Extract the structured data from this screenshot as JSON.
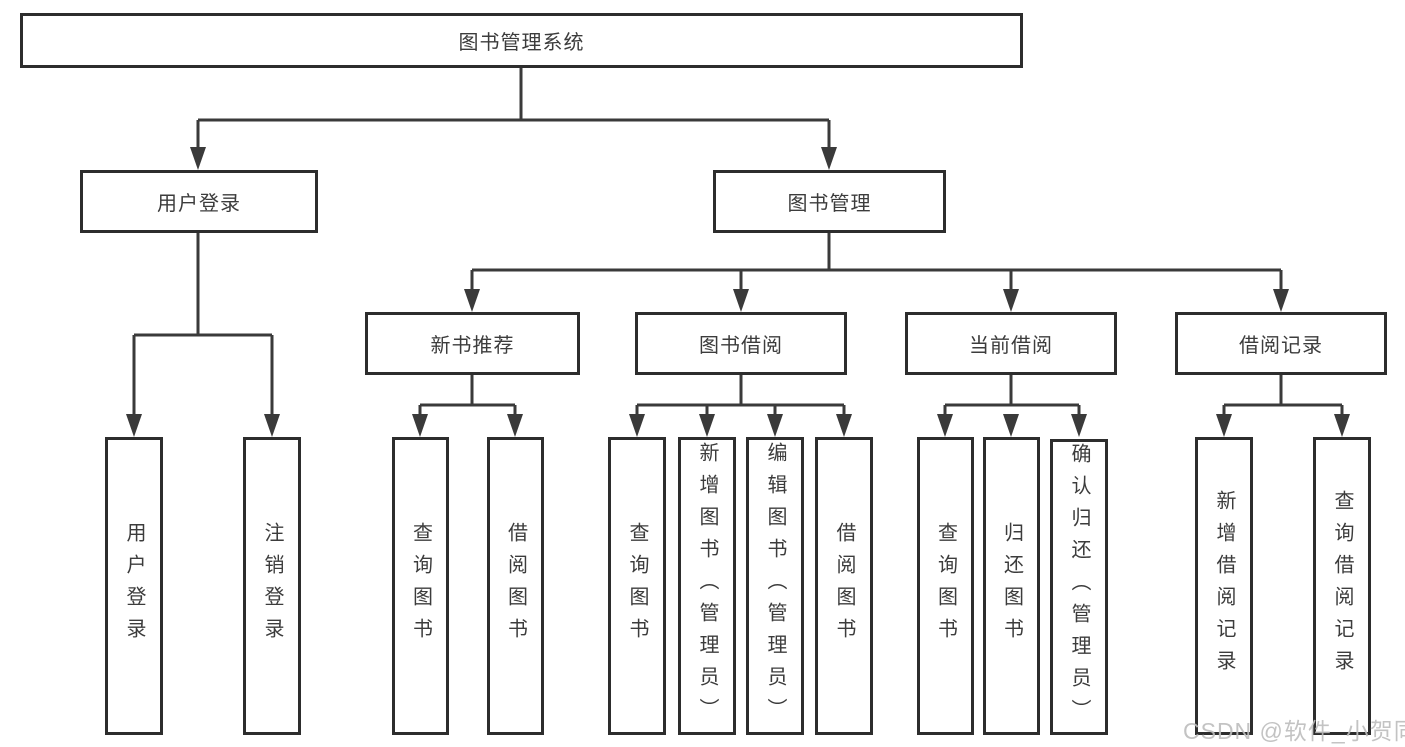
{
  "diagram": {
    "type": "hierarchy",
    "root": {
      "label": "图书管理系统",
      "children": [
        {
          "label": "用户登录",
          "children": [
            {
              "label": "用户登录"
            },
            {
              "label": "注销登录"
            }
          ]
        },
        {
          "label": "图书管理",
          "children": [
            {
              "label": "新书推荐",
              "children": [
                {
                  "label": "查询图书"
                },
                {
                  "label": "借阅图书"
                }
              ]
            },
            {
              "label": "图书借阅",
              "children": [
                {
                  "label": "查询图书"
                },
                {
                  "label": "新增图书（管理员）"
                },
                {
                  "label": "编辑图书（管理员）"
                },
                {
                  "label": "借阅图书"
                }
              ]
            },
            {
              "label": "当前借阅",
              "children": [
                {
                  "label": "查询图书"
                },
                {
                  "label": "归还图书"
                },
                {
                  "label": "确认归还（管理员）"
                }
              ]
            },
            {
              "label": "借阅记录",
              "children": [
                {
                  "label": "新增借阅记录"
                },
                {
                  "label": "查询借阅记录"
                }
              ]
            }
          ]
        }
      ]
    }
  },
  "watermark": {
    "text": "CSDN @软件_小贺同学"
  },
  "colors": {
    "line": "#3a3a3a",
    "box_border": "#2d2d2d",
    "text": "#3c3c3c",
    "watermark": "#bdbdbd",
    "background": "#ffffff"
  }
}
